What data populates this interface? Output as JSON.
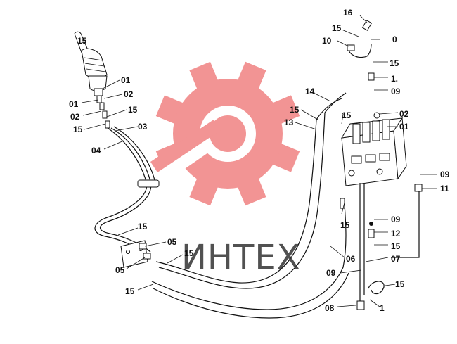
{
  "watermark": {
    "text": "ИНТЕХ",
    "gear_color": "#f07a7a"
  },
  "callouts": [
    {
      "id": "c-16-top",
      "text": "16"
    },
    {
      "id": "c-15-top",
      "text": "15"
    },
    {
      "id": "c-10",
      "text": "10"
    },
    {
      "id": "c-0-top",
      "text": "0"
    },
    {
      "id": "c-15-right-a",
      "text": "15"
    },
    {
      "id": "c-1-right",
      "text": "1."
    },
    {
      "id": "c-09-right-a",
      "text": "09"
    },
    {
      "id": "c-14",
      "text": "14"
    },
    {
      "id": "c-15-mid-a",
      "text": "15"
    },
    {
      "id": "c-13",
      "text": "13"
    },
    {
      "id": "c-15-mid-b",
      "text": "15"
    },
    {
      "id": "c-02-right",
      "text": "02"
    },
    {
      "id": "c-01-right",
      "text": "01"
    },
    {
      "id": "c-09-right-b",
      "text": "09"
    },
    {
      "id": "c-11",
      "text": "11"
    },
    {
      "id": "c-15-left-a",
      "text": "15"
    },
    {
      "id": "c-01-left-a",
      "text": "01"
    },
    {
      "id": "c-02-left-a",
      "text": "02"
    },
    {
      "id": "c-01-left-b",
      "text": "01"
    },
    {
      "id": "c-02-left-b",
      "text": "02"
    },
    {
      "id": "c-15-left-b",
      "text": "15"
    },
    {
      "id": "c-15-left-c",
      "text": "15"
    },
    {
      "id": "c-03",
      "text": "03"
    },
    {
      "id": "c-04",
      "text": "04"
    },
    {
      "id": "c-15-low-a",
      "text": "15"
    },
    {
      "id": "c-05-a",
      "text": "05"
    },
    {
      "id": "c-15-low-b",
      "text": "15"
    },
    {
      "id": "c-05-b",
      "text": "05"
    },
    {
      "id": "c-15-low-c",
      "text": "15"
    },
    {
      "id": "c-15-mid-c",
      "text": "15"
    },
    {
      "id": "c-06",
      "text": "06"
    },
    {
      "id": "c-09-mid",
      "text": "09"
    },
    {
      "id": "c-09-right-c",
      "text": "09"
    },
    {
      "id": "c-12",
      "text": "12"
    },
    {
      "id": "c-15-right-b",
      "text": "15"
    },
    {
      "id": "c-07",
      "text": "07"
    },
    {
      "id": "c-08",
      "text": "08"
    },
    {
      "id": "c-1-bottom",
      "text": "1"
    },
    {
      "id": "c-15-bottom",
      "text": "15"
    }
  ]
}
